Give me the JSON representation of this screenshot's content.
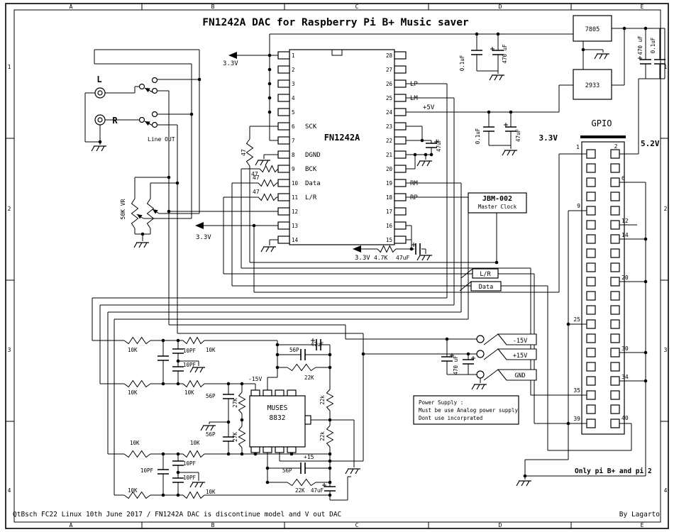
{
  "title": "FN1242A  DAC for Raspberry Pi B+   Music saver",
  "frame": {
    "cols": [
      "A",
      "B",
      "C",
      "D",
      "E"
    ],
    "rows": [
      "1",
      "2",
      "3",
      "4"
    ]
  },
  "ic": {
    "name": "FN1242A",
    "pins_left": [
      "1",
      "2",
      "3",
      "4",
      "5",
      "6",
      "7",
      "8",
      "9",
      "10",
      "11",
      "12",
      "13",
      "14"
    ],
    "pins_right": [
      "28",
      "27",
      "26",
      "25",
      "24",
      "23",
      "22",
      "21",
      "20",
      "19",
      "18",
      "17",
      "16",
      "15"
    ],
    "labels": {
      "sck": "SCK",
      "dgnd": "DGND",
      "bck": "BCK",
      "data": "Data",
      "lr": "L/R",
      "lp": "LP",
      "lm": "LM",
      "p5v": "+5V",
      "rm": "RM",
      "rp": "RP"
    }
  },
  "gpio": {
    "title": "GPIO",
    "v33": "3.3V",
    "v52": "5.2V",
    "pins": {
      "p1": "1",
      "p2": "2",
      "p6": "6",
      "p9": "9",
      "p12": "12",
      "p14": "14",
      "p20": "20",
      "p25": "25",
      "p30": "30",
      "p34": "34",
      "p35": "35",
      "p39": "39",
      "p40": "40"
    },
    "note": "Only pi B+ and pi 2"
  },
  "regs": {
    "u1": "7805",
    "u2": "2933"
  },
  "clock": {
    "name": "JBM-002",
    "sub": "Master Clock"
  },
  "opamp": {
    "name1": "MUSES",
    "name2": "8832"
  },
  "flags": {
    "v33": "3.3V",
    "lr": "L/R",
    "data": "Data",
    "m15": "-15V",
    "p15": "+15V",
    "p15s": "+15",
    "gnd": "GND"
  },
  "values": {
    "r47": "47",
    "r10k": "10K",
    "c10pf": "10PF",
    "c56p": "56P",
    "r27k": "27K",
    "r22k": "22K",
    "r22kv": "22k",
    "c47uf": "47uF",
    "r4k7": "4.7K",
    "c01uf": "0.1uF",
    "c470uf": "470 uF",
    "pot": "50K VR"
  },
  "conn": {
    "l": "L",
    "r": "R",
    "lineout": "Line OUT"
  },
  "note": {
    "l1": "Power Supply :",
    "l2": "Must be use Analog power supply",
    "l3": "Dont use incorprated"
  },
  "footer": {
    "left": "QtBsch FC22 Linux 10th June 2017 / FN1242A DAC is discontinue model and V out DAC",
    "right": "By Lagarto"
  }
}
